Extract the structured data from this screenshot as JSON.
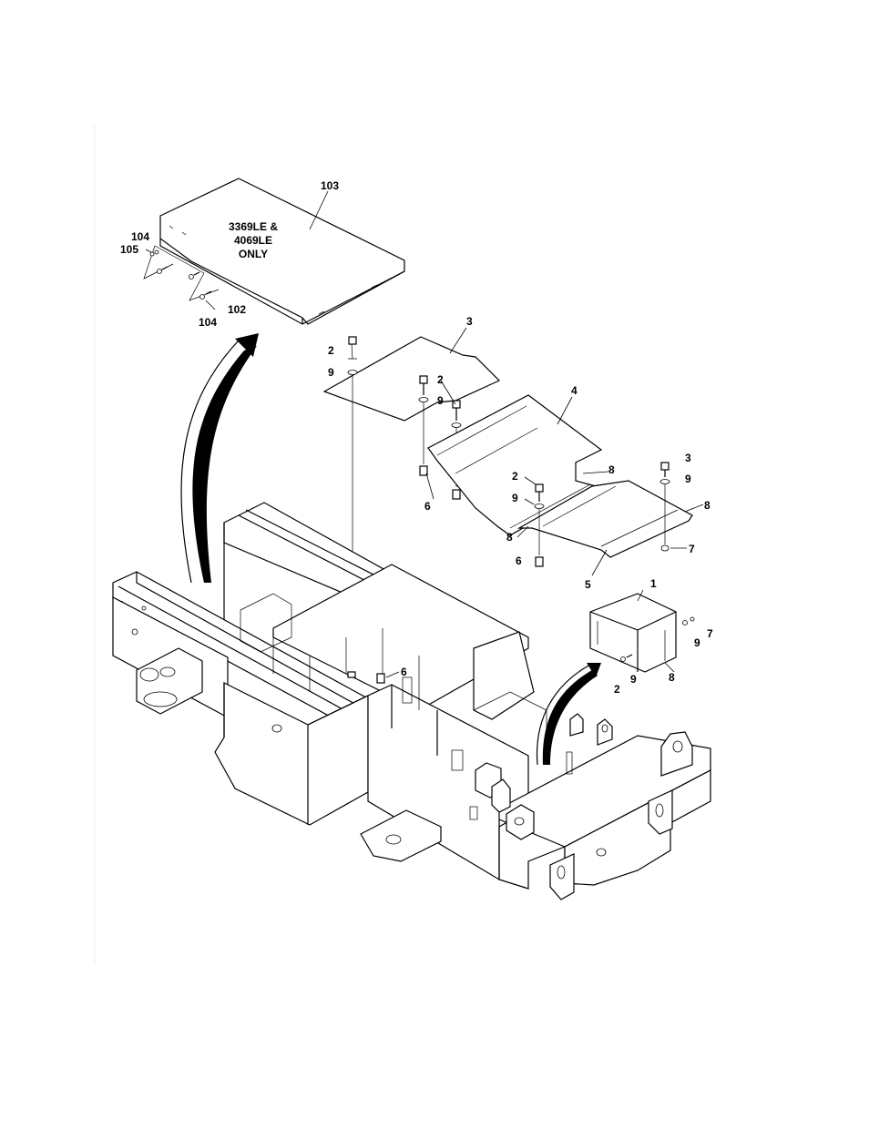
{
  "figure": {
    "note_lines": [
      "3369LE &",
      "4069LE",
      "ONLY"
    ]
  },
  "callouts": {
    "c103": "103",
    "c104a": "104",
    "c105": "105",
    "c102": "102",
    "c104b": "104",
    "c3a": "3",
    "c2a": "2",
    "c9a": "9",
    "c2b": "2",
    "c9b": "9",
    "c6a": "6",
    "c4": "4",
    "c8a": "8",
    "c2c": "2",
    "c9c": "9",
    "c8b": "8",
    "c6b": "6",
    "c5": "5",
    "c3b": "3",
    "c9d": "9",
    "c8c": "8",
    "c7a": "7",
    "c1": "1",
    "c7b": "7",
    "c9e": "9",
    "c2d": "2",
    "c9f": "9",
    "c8d": "8",
    "c6c": "6"
  }
}
